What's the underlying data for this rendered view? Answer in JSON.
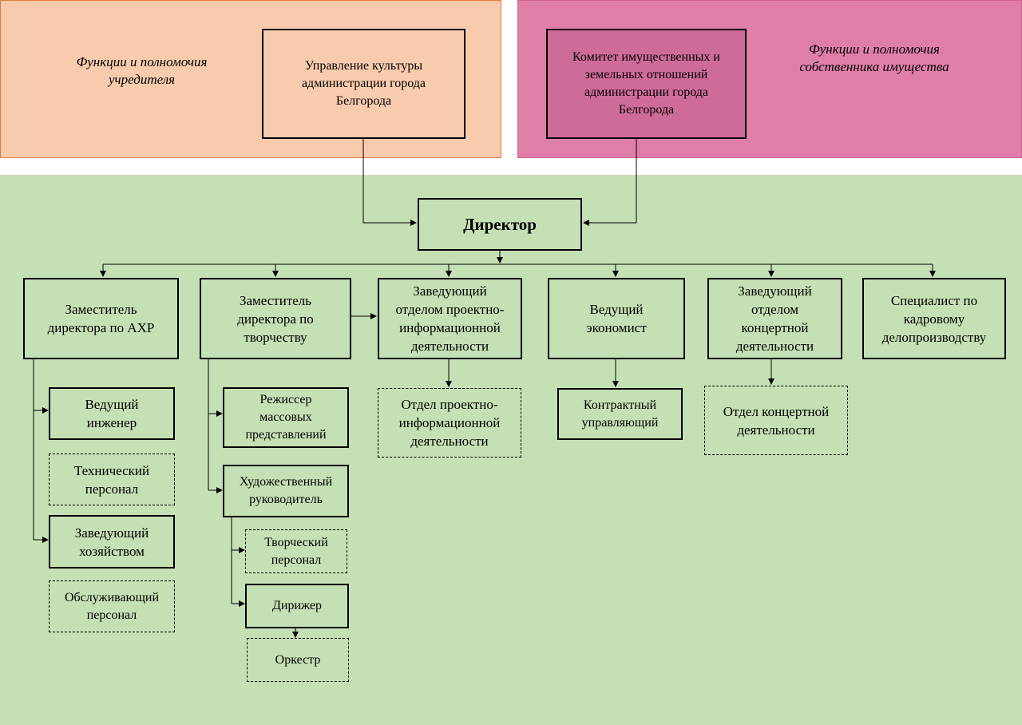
{
  "regions": {
    "founder_caption": "Функции и полномочия\nучредителя",
    "owner_caption": "Функции и полномочия\nсобственника имущества"
  },
  "top": {
    "culture_dept": "Управление культуры\nадминистрации города\nБелгорода",
    "property_committee": "Комитет имущественных и\nземельных отношений\nадминистрации города\nБелгорода"
  },
  "director": "Директор",
  "level2": {
    "deputy_ahr": "Заместитель\nдиректора по АХР",
    "deputy_creative": "Заместитель\nдиректора по\nтворчеству",
    "head_project": "Заведующий\nотделом проектно-\nинформационной\nдеятельности",
    "lead_economist": "Ведущий\nэкономист",
    "head_concert": "Заведующий\nотделом\nконцертной\nдеятельности",
    "hr_specialist": "Специалист по\nкадровому\nделопроизводству"
  },
  "ahr": {
    "lead_engineer": "Ведущий\nинженер",
    "tech_staff": "Технический\nперсонал",
    "household_head": "Заведующий\nхозяйством",
    "service_staff": "Обслуживающий\nперсонал"
  },
  "creative": {
    "mass_director": "Режиссер\nмассовых\nпредставлений",
    "art_director": "Художественный\nруководитель",
    "creative_staff": "Творческий\nперсонал",
    "conductor": "Дирижер",
    "orchestra": "Оркестр"
  },
  "project_dept": "Отдел проектно-\nинформационной\nдеятельности",
  "contract_manager": "Контрактный\nуправляющий",
  "concert_dept": "Отдел концертной\nдеятельности",
  "colors": {
    "founder": "#f8cbad",
    "owner": "#df7fa8",
    "main": "#c5e0b4"
  }
}
